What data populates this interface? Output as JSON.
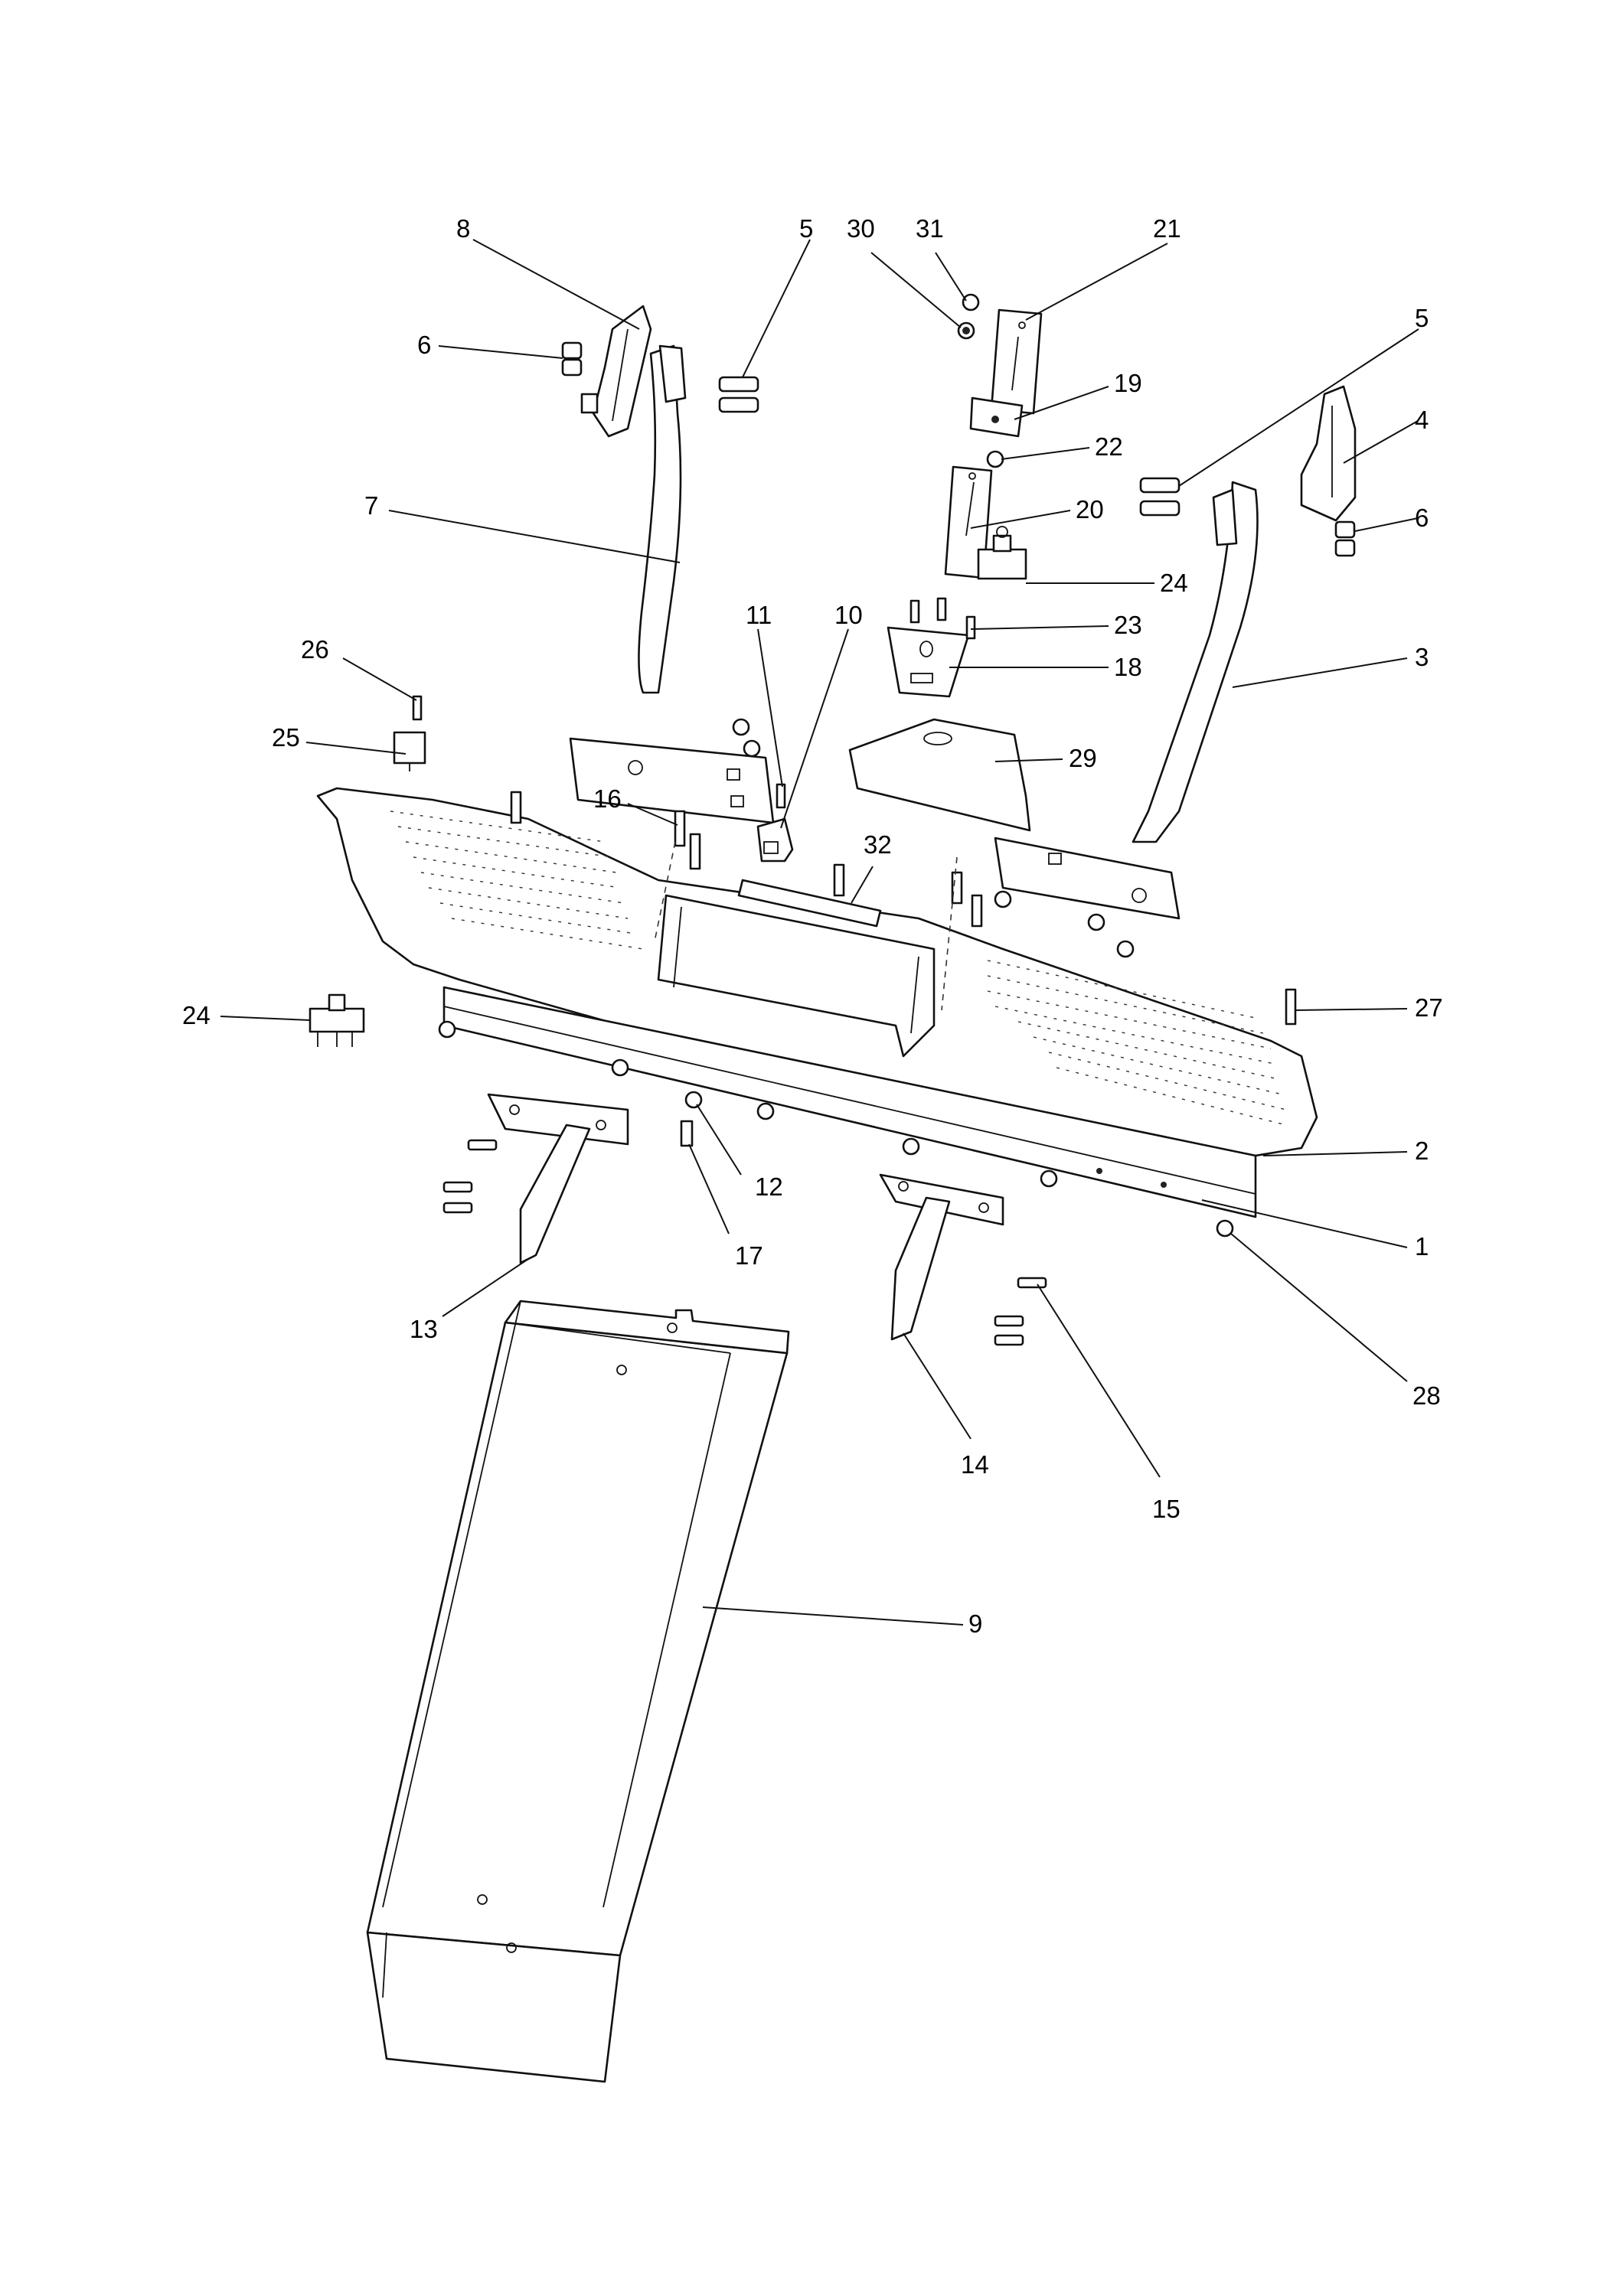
{
  "diagram": {
    "type": "exploded-parts-view",
    "callouts": [
      {
        "id": "c8",
        "label": "8"
      },
      {
        "id": "c5a",
        "label": "5"
      },
      {
        "id": "c30",
        "label": "30"
      },
      {
        "id": "c31",
        "label": "31"
      },
      {
        "id": "c21",
        "label": "21"
      },
      {
        "id": "c5b",
        "label": "5"
      },
      {
        "id": "c6a",
        "label": "6"
      },
      {
        "id": "c19",
        "label": "19"
      },
      {
        "id": "c4",
        "label": "4"
      },
      {
        "id": "c22",
        "label": "22"
      },
      {
        "id": "c7",
        "label": "7"
      },
      {
        "id": "c20",
        "label": "20"
      },
      {
        "id": "c6b",
        "label": "6"
      },
      {
        "id": "c24a",
        "label": "24"
      },
      {
        "id": "c11",
        "label": "11"
      },
      {
        "id": "c10",
        "label": "10"
      },
      {
        "id": "c23",
        "label": "23"
      },
      {
        "id": "c26",
        "label": "26"
      },
      {
        "id": "c18",
        "label": "18"
      },
      {
        "id": "c3",
        "label": "3"
      },
      {
        "id": "c25",
        "label": "25"
      },
      {
        "id": "c29",
        "label": "29"
      },
      {
        "id": "c16",
        "label": "16"
      },
      {
        "id": "c32",
        "label": "32"
      },
      {
        "id": "c24b",
        "label": "24"
      },
      {
        "id": "c27",
        "label": "27"
      },
      {
        "id": "c2",
        "label": "2"
      },
      {
        "id": "c12",
        "label": "12"
      },
      {
        "id": "c1",
        "label": "1"
      },
      {
        "id": "c17",
        "label": "17"
      },
      {
        "id": "c13",
        "label": "13"
      },
      {
        "id": "c28",
        "label": "28"
      },
      {
        "id": "c14",
        "label": "14"
      },
      {
        "id": "c15",
        "label": "15"
      },
      {
        "id": "c9",
        "label": "9"
      }
    ]
  }
}
